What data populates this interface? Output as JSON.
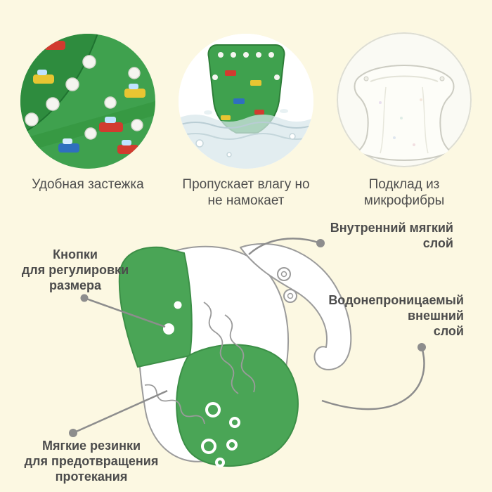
{
  "colors": {
    "background": "#fcf8e2",
    "fabric_green": "#3fa14e",
    "panel_green": "#4aa556",
    "text": "#4e4e4e",
    "callout_line": "#8d8d8d"
  },
  "features": [
    {
      "photo": "fastener-closeup",
      "lines": [
        "Удобная",
        "застежка"
      ]
    },
    {
      "photo": "water-permeability-test",
      "lines": [
        "Пропускает влагу",
        "но не намокает"
      ]
    },
    {
      "photo": "microfiber-liner",
      "lines": [
        "Подклад",
        "из микрофибры"
      ]
    }
  ],
  "callouts": {
    "inner_layer": {
      "lines": [
        "Внутренний мягкий",
        "слой"
      ]
    },
    "size_buttons": {
      "lines": [
        "Кнопки",
        "для регулировки",
        "размера"
      ]
    },
    "outer_layer": {
      "lines": [
        "Водонепроницаемый",
        "внешний",
        "слой"
      ]
    },
    "elastic": {
      "lines": [
        "Мягкие резинки",
        "для предотвращения",
        "протекания"
      ]
    }
  }
}
